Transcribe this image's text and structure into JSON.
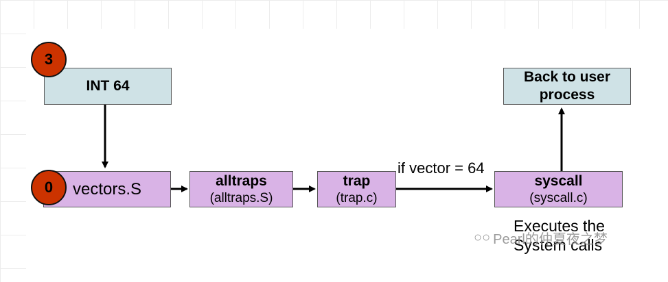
{
  "nodes": {
    "int64": "INT 64",
    "back_to_user": [
      "Back to user",
      "process"
    ],
    "vectors": "vectors.S",
    "alltraps": {
      "title": "alltraps",
      "file": "(alltraps.S)"
    },
    "trap": {
      "title": "trap",
      "file": "(trap.c)"
    },
    "syscall": {
      "title": "syscall",
      "file": "(syscall.c)"
    }
  },
  "badges": {
    "top": "3",
    "bottom": "0"
  },
  "edge_label": "if vector = 64",
  "note": [
    "Executes the",
    "System calls"
  ],
  "watermark": "Pearl的仲夏夜之梦",
  "colors": {
    "blue_box": "#cfe2e6",
    "purple_box": "#d9b3e6",
    "badge": "#cc3300"
  }
}
